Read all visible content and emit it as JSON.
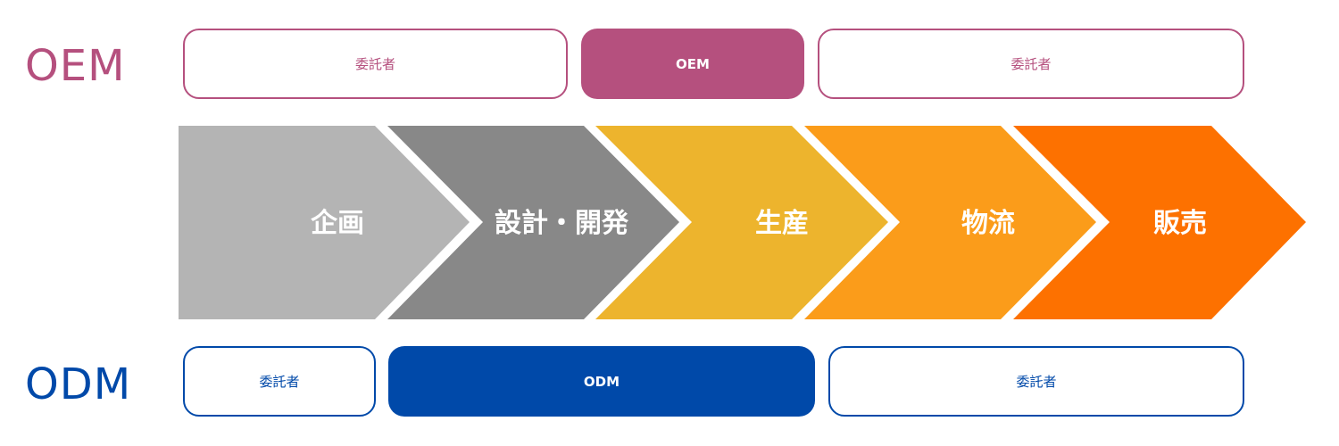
{
  "oem": {
    "label": "OEM",
    "color": "#b5507e",
    "segments": [
      {
        "label": "委託者",
        "style": "outline"
      },
      {
        "label": "OEM",
        "style": "filled"
      },
      {
        "label": "委託者",
        "style": "outline"
      }
    ]
  },
  "odm": {
    "label": "ODM",
    "color": "#0049a9",
    "segments": [
      {
        "label": "委託者",
        "style": "outline"
      },
      {
        "label": "ODM",
        "style": "filled"
      },
      {
        "label": "委託者",
        "style": "outline"
      }
    ]
  },
  "process": {
    "steps": [
      {
        "label": "企画",
        "color": "#b4b4b4"
      },
      {
        "label": "設計・開発",
        "color": "#888888"
      },
      {
        "label": "生産",
        "color": "#edb42d"
      },
      {
        "label": "物流",
        "color": "#fb9c1a"
      },
      {
        "label": "販売",
        "color": "#fd7100"
      }
    ]
  }
}
